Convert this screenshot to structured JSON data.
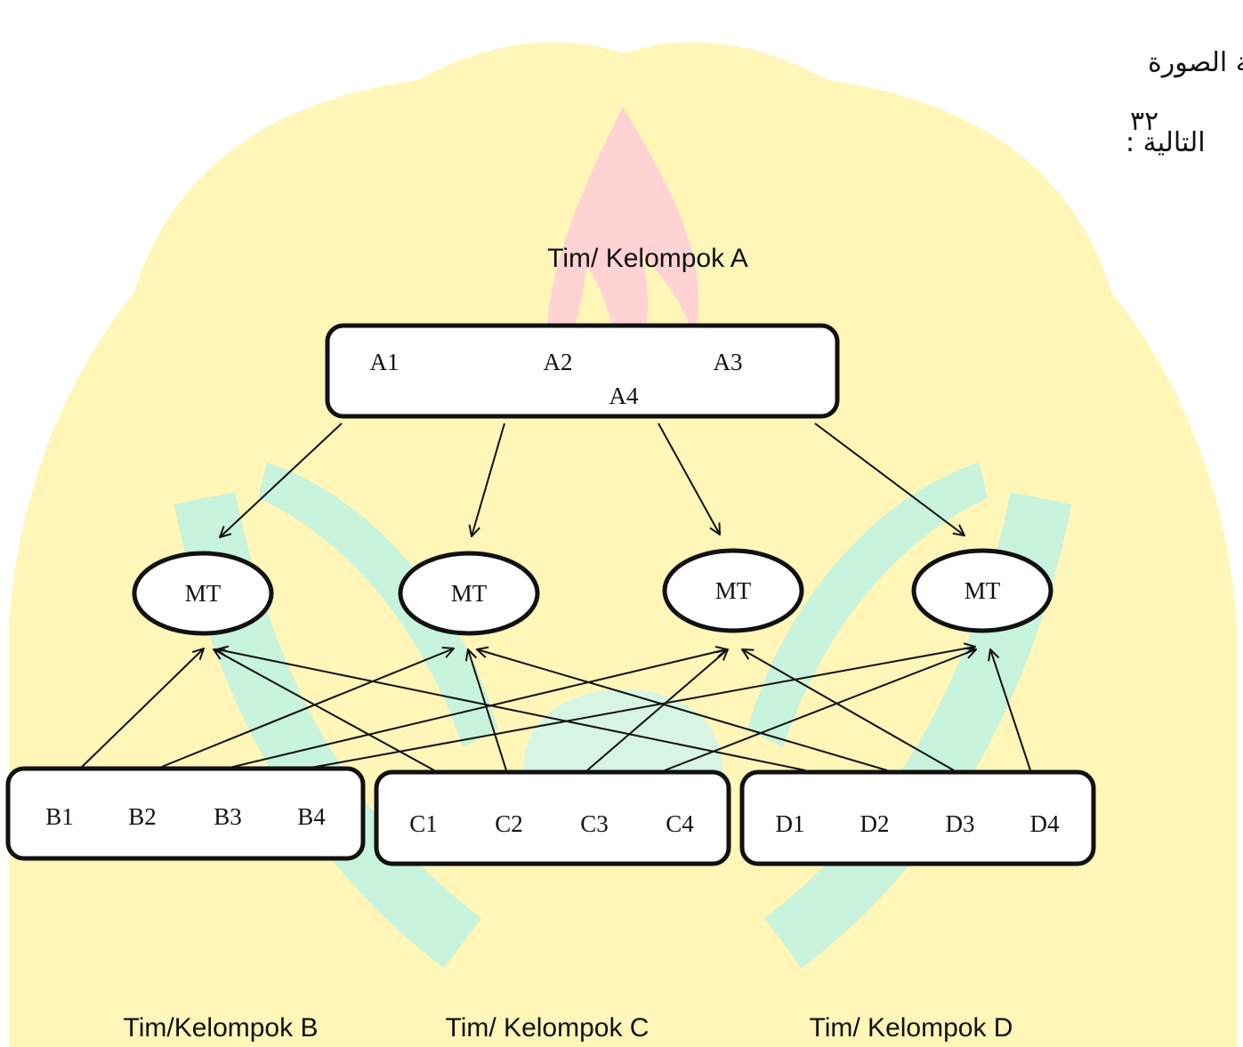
{
  "text": {
    "line1": "بشكل تخطيطي، يشبه وضع الطلبة على مكتب البطولة الصورة",
    "line2": "التالية :",
    "footnote": "٣٢"
  },
  "diagram": {
    "team_a_label": "Tim/ Kelompok A",
    "team_b_label": "Tim/Kelompok B",
    "team_c_label": "Tim/ Kelompok C",
    "team_d_label": "Tim/ Kelompok D",
    "team_a_members": [
      "A1",
      "A2",
      "A3",
      "A4"
    ],
    "team_b_members": [
      "B1",
      "B2",
      "B3",
      "B4"
    ],
    "team_c_members": [
      "C1",
      "C2",
      "C3",
      "C4"
    ],
    "team_d_members": [
      "D1",
      "D2",
      "D3",
      "D4"
    ],
    "tables": [
      "MT",
      "MT",
      "MT",
      "MT"
    ]
  },
  "colors": {
    "watermark_yellow": "#fff6b8",
    "watermark_green": "#c8f3dc",
    "watermark_red": "#ffd3d3",
    "watermark_text": "#bff0d4"
  }
}
